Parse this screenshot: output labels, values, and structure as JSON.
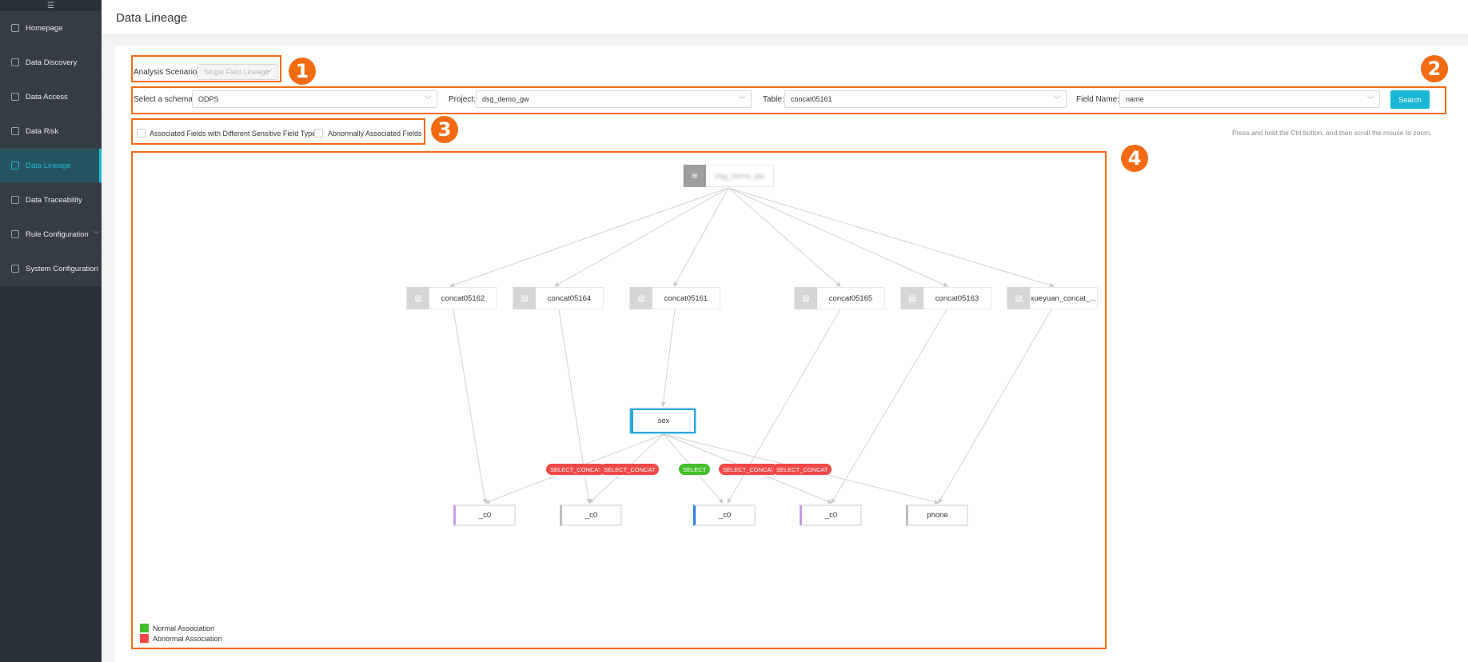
{
  "sidebar": {
    "collapse_icon": "menu-collapse-icon",
    "items": [
      {
        "label": "Homepage",
        "icon": "home-icon"
      },
      {
        "label": "Data Discovery",
        "icon": "discovery-icon"
      },
      {
        "label": "Data Access",
        "icon": "access-icon"
      },
      {
        "label": "Data Risk",
        "icon": "risk-icon"
      },
      {
        "label": "Data Lineage",
        "icon": "lineage-icon",
        "active": true
      },
      {
        "label": "Data Traceability",
        "icon": "traceability-icon"
      },
      {
        "label": "Rule Configuration",
        "icon": "rule-icon",
        "expandable": true
      },
      {
        "label": "System Configuration",
        "icon": "system-icon"
      }
    ]
  },
  "header": {
    "title": "Data Lineage"
  },
  "filters": {
    "scenario_label": "Analysis Scenario:",
    "scenario_value": "Single Field Lineage",
    "schema_label": "Select a schema",
    "schema_value": "ODPS",
    "project_label": "Project:",
    "project_value": "dsg_demo_gw",
    "table_label": "Table:",
    "table_value": "concat05161",
    "field_label": "Field Name:",
    "field_value": "name",
    "search_button": "Search"
  },
  "options": {
    "diff_sensitive": "Associated Fields with Different Sensitive Field Types",
    "abnormal": "Abnormally Associated Fields",
    "zoom_hint": "Press and hold the Ctrl button, and then scroll the mouse to zoom."
  },
  "annotations": [
    "1",
    "2",
    "3",
    "4"
  ],
  "graph": {
    "root": {
      "label": "dsg_demo_gw",
      "icon": "database-icon"
    },
    "tables": [
      {
        "label": "concat05162"
      },
      {
        "label": "concat05164"
      },
      {
        "label": "concat05161"
      },
      {
        "label": "concat05165"
      },
      {
        "label": "concat05163"
      },
      {
        "label": "xueyuan_concat_..."
      }
    ],
    "center_field": "sex",
    "fields": [
      {
        "label": "_c0",
        "color": "#c89be8"
      },
      {
        "label": "_c0",
        "color": "#bdbdbd"
      },
      {
        "label": "_c0",
        "color": "#2a7fe0"
      },
      {
        "label": "_c0",
        "color": "#c89be8"
      },
      {
        "label": "phone",
        "color": "#bdbdbd"
      }
    ],
    "tags": [
      {
        "label": "SELECT_CONCAT",
        "status": "abnormal"
      },
      {
        "label": "SELECT_CONCAT",
        "status": "abnormal"
      },
      {
        "label": "SELECT",
        "status": "normal"
      },
      {
        "label": "SELECT_CONCAT",
        "status": "abnormal"
      },
      {
        "label": "SELECT_CONCAT",
        "status": "abnormal"
      }
    ]
  },
  "legend": {
    "normal": {
      "label": "Normal Association",
      "color": "#44be2a"
    },
    "abnormal": {
      "label": "Abnormal Association",
      "color": "#f04848"
    }
  }
}
